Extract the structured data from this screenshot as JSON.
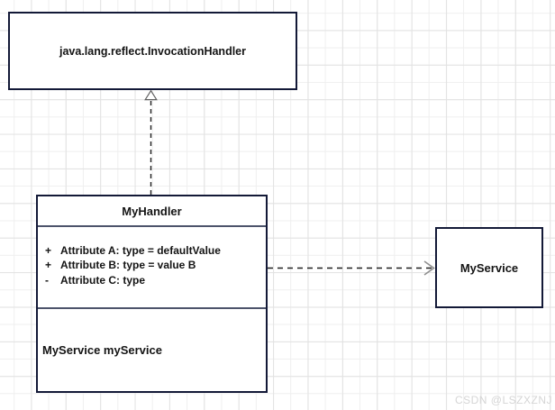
{
  "diagram": {
    "interface_box": {
      "label": "java.lang.reflect.InvocationHandler"
    },
    "handler_box": {
      "title": "MyHandler",
      "attributes": [
        {
          "modifier": "+",
          "label": "Attribute A: type = defaultValue"
        },
        {
          "modifier": "+",
          "label": "Attribute B: type = value B"
        },
        {
          "modifier": "-",
          "label": "Attribute C: type"
        }
      ],
      "field": "MyService myService"
    },
    "service_box": {
      "label": "MyService"
    },
    "relations": [
      {
        "type": "realization",
        "from": "MyHandler",
        "to": "java.lang.reflect.InvocationHandler",
        "style": "dashed-line-hollow-triangle"
      },
      {
        "type": "dependency",
        "from": "MyHandler",
        "to": "MyService",
        "style": "dashed-line-open-arrow"
      }
    ],
    "colors": {
      "box_border": "#131937",
      "divider": "#4c536b",
      "edge": "#1e1e1e",
      "triangle_outline": "#5f5f5f",
      "triangle_fill": "#ffffff",
      "open_arrowhead": "#8f8f8f",
      "grid_minor": "#efefef",
      "grid_major": "#e2e2e2",
      "watermark": "#d5d5d5"
    }
  },
  "watermark": {
    "text": "CSDN @LSZXZNJ"
  }
}
